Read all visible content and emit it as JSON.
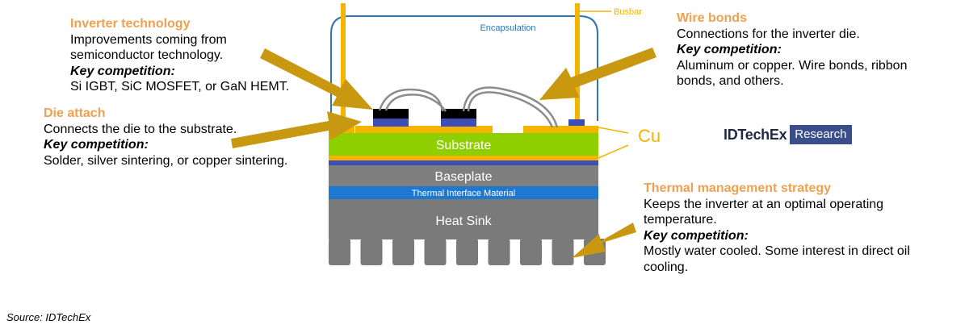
{
  "callouts": {
    "inverter": {
      "title": "Inverter technology",
      "lines": [
        "Improvements coming from",
        "semiconductor technology."
      ],
      "key_label": "Key competition:",
      "key_text": "Si IGBT, SiC MOSFET, or GaN HEMT."
    },
    "die_attach": {
      "title": "Die attach",
      "lines": [
        "Connects the die to the substrate."
      ],
      "key_label": "Key competition:",
      "key_text": "Solder, silver sintering, or copper sintering."
    },
    "wire_bonds": {
      "title": "Wire bonds",
      "lines": [
        "Connections for the inverter die."
      ],
      "key_label": "Key competition:",
      "key_lines": [
        "Aluminum or copper. Wire bonds, ribbon",
        "bonds, and others."
      ]
    },
    "thermal": {
      "title": "Thermal management strategy",
      "lines": [
        "Keeps the inverter at an optimal operating",
        "temperature."
      ],
      "key_label": "Key competition:",
      "key_lines": [
        "Mostly water cooled. Some interest in direct oil",
        "cooling."
      ]
    }
  },
  "layers": {
    "busbar": "Busbar",
    "encapsulation": "Encapsulation",
    "substrate": "Substrate",
    "baseplate": "Baseplate",
    "tim": "Thermal Interface Material",
    "heat_sink": "Heat Sink",
    "cu": "Cu"
  },
  "logo": {
    "name": "IDTechEx",
    "tag": "Research"
  },
  "source": "Source: IDTechEx",
  "colors": {
    "title_orange": "#f0a050",
    "busbar": "#f5b400",
    "substrate": "#8fcf00",
    "copper": "#f5b400",
    "die_base": "#3d4fb4",
    "baseplate": "#7f7f7f",
    "tim": "#1f78d0",
    "heat_sink": "#7a7a7a",
    "arrow": "#c89810",
    "encapsulation": "#2e75b6"
  }
}
